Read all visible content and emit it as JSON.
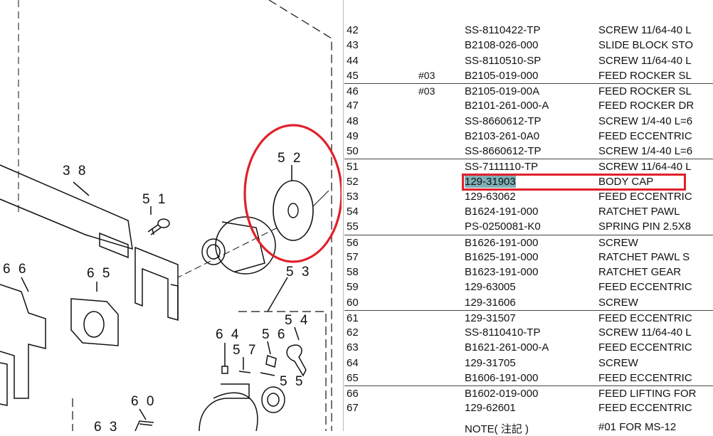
{
  "diagram": {
    "labels": [
      "3 8",
      "5 1",
      "5 2",
      "6 6",
      "6 5",
      "5 3",
      "6 4",
      "5 6",
      "5 4",
      "5 7",
      "5 5",
      "6 0",
      "6 3"
    ]
  },
  "parts": [
    {
      "no": "42",
      "note": "",
      "part": "SS-8110422-TP",
      "desc": "SCREW  11/64-40 L"
    },
    {
      "no": "43",
      "note": "",
      "part": "B2108-026-000",
      "desc": "SLIDE BLOCK STO"
    },
    {
      "no": "44",
      "note": "",
      "part": "SS-8110510-SP",
      "desc": "SCREW  11/64-40 L"
    },
    {
      "no": "45",
      "note": "#03",
      "part": "B2105-019-000",
      "desc": "FEED ROCKER SL"
    },
    {
      "no": "46",
      "note": "#03",
      "part": "B2105-019-00A",
      "desc": "FEED ROCKER SL"
    },
    {
      "no": "47",
      "note": "",
      "part": "B2101-261-000-A",
      "desc": "FEED ROCKER DR"
    },
    {
      "no": "48",
      "note": "",
      "part": "SS-8660612-TP",
      "desc": "SCREW 1/4-40 L=6"
    },
    {
      "no": "49",
      "note": "",
      "part": "B2103-261-0A0",
      "desc": "FEED ECCENTRIC"
    },
    {
      "no": "50",
      "note": "",
      "part": "SS-8660612-TP",
      "desc": "SCREW 1/4-40 L=6"
    },
    {
      "no": "51",
      "note": "",
      "part": "SS-7111110-TP",
      "desc": "SCREW 11/64-40 L"
    },
    {
      "no": "52",
      "note": "",
      "part": "129-31903",
      "desc": "BODY CAP"
    },
    {
      "no": "53",
      "note": "",
      "part": "129-63062",
      "desc": "FEED ECCENTRIC"
    },
    {
      "no": "54",
      "note": "",
      "part": "B1624-191-000",
      "desc": "RATCHET PAWL"
    },
    {
      "no": "55",
      "note": "",
      "part": "PS-0250081-K0",
      "desc": "SPRING PIN 2.5X8"
    },
    {
      "no": "56",
      "note": "",
      "part": "B1626-191-000",
      "desc": "SCREW"
    },
    {
      "no": "57",
      "note": "",
      "part": "B1625-191-000",
      "desc": "RATCHET PAWL S"
    },
    {
      "no": "58",
      "note": "",
      "part": "B1623-191-000",
      "desc": "RATCHET GEAR"
    },
    {
      "no": "59",
      "note": "",
      "part": "129-63005",
      "desc": "FEED ECCENTRIC"
    },
    {
      "no": "60",
      "note": "",
      "part": "129-31606",
      "desc": "SCREW"
    },
    {
      "no": "61",
      "note": "",
      "part": "129-31507",
      "desc": "FEED ECCENTRIC"
    },
    {
      "no": "62",
      "note": "",
      "part": "SS-8110410-TP",
      "desc": "SCREW 11/64-40 L"
    },
    {
      "no": "63",
      "note": "",
      "part": "B1621-261-000-A",
      "desc": "FEED ECCENTRIC"
    },
    {
      "no": "64",
      "note": "",
      "part": "129-31705",
      "desc": "SCREW"
    },
    {
      "no": "65",
      "note": "",
      "part": "B1606-191-000",
      "desc": "FEED ECCENTRIC"
    },
    {
      "no": "66",
      "note": "",
      "part": "B1602-019-000",
      "desc": "FEED LIFTING FOR"
    },
    {
      "no": "67",
      "note": "",
      "part": "129-62601",
      "desc": "FEED ECCENTRIC"
    }
  ],
  "footer": {
    "note_label": "NOTE( 注記 )",
    "note_text": "#01  FOR MS-12"
  },
  "highlight": {
    "row_no": "52",
    "box_color": "#e0202a",
    "selection_color": "#7fb0b8"
  }
}
